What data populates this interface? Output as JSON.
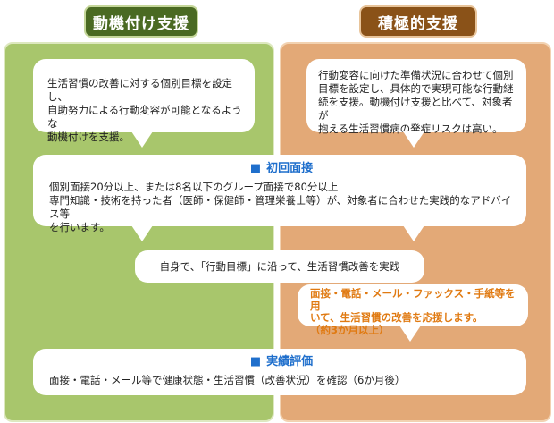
{
  "headers": {
    "left": "動機付け支援",
    "right": "積極的支援"
  },
  "motivation_box": {
    "lines": [
      "生活習慣の改善に対する個別目標を設定し、",
      "自助努力による行動変容が可能となるような",
      "動機付けを支援。"
    ]
  },
  "active_box": {
    "lines": [
      "行動変容に向けた準備状況に合わせて個別",
      "目標を設定し、具体的で実現可能な行動継",
      "続を支援。動機付け支援と比べて、対象者が",
      "抱える生活習慣病の発症リスクは高い。"
    ]
  },
  "initial_interview": {
    "title": "初回面接",
    "lines": [
      "個別面接20分以上、または8名以下のグループ面接で80分以上",
      "専門知識・技術を持った者（医師・保健師・管理栄養士等）が、対象者に合わせた実践的なアドバイス等",
      "を行います。"
    ]
  },
  "self_practice": {
    "text": "自身で、「行動目標」に沿って、生活習慣改善を実践"
  },
  "support": {
    "lines": [
      "面接・電話・メール・ファックス・手紙等を用",
      "いて、生活習慣の改善を応援します。",
      "（約3か月以上）"
    ],
    "color": "#e07a12"
  },
  "evaluation": {
    "title": "実績評価",
    "text": "面接・電話・メール等で健康状態・生活習慣（改善状況）を確認（6か月後）"
  },
  "colors": {
    "title_blue": "#1f6fcc",
    "left_header": "#4a6a22",
    "right_header": "#8a5218",
    "left_column": "#a8c66c",
    "right_column": "#e3a977"
  }
}
